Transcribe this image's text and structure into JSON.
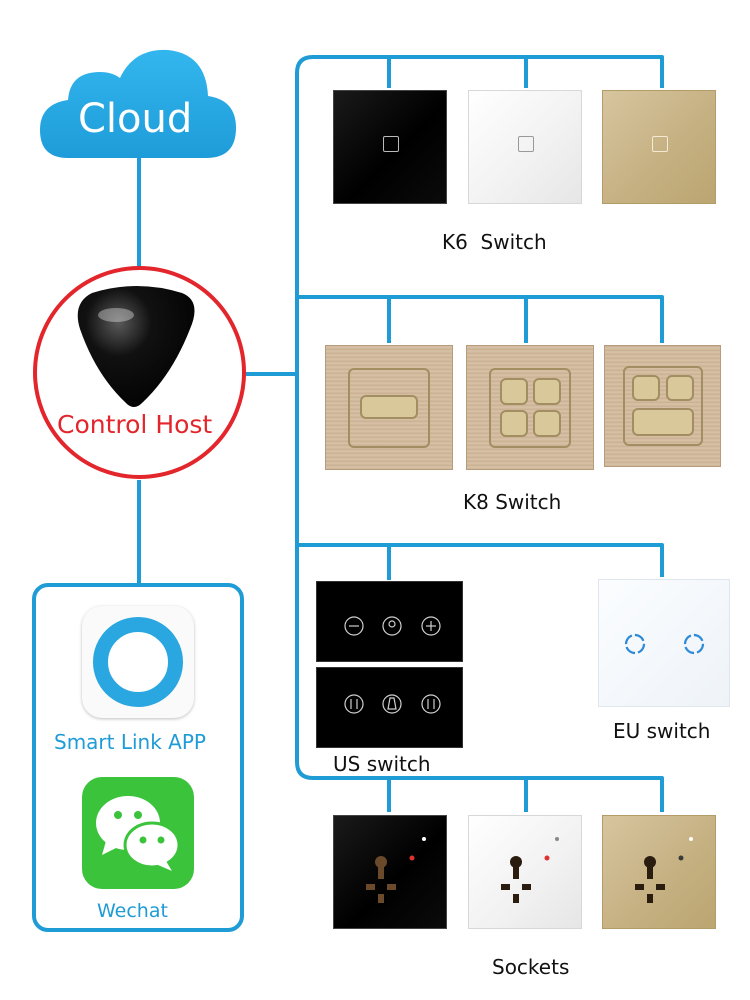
{
  "cloud": {
    "label": "Cloud"
  },
  "host": {
    "label": "Control Host"
  },
  "app": {
    "smartlink_label": "Smart Link APP",
    "wechat_label": "Wechat"
  },
  "groups": {
    "k6": {
      "label": "K6  Switch"
    },
    "k8": {
      "label": "K8 Switch"
    },
    "us": {
      "label": "US switch"
    },
    "eu": {
      "label": "EU switch"
    },
    "sockets": {
      "label": "Sockets"
    }
  },
  "colors": {
    "wire": "#1f9bd6",
    "host_ring": "#e3262c",
    "wechat_green": "#3bc33b"
  }
}
